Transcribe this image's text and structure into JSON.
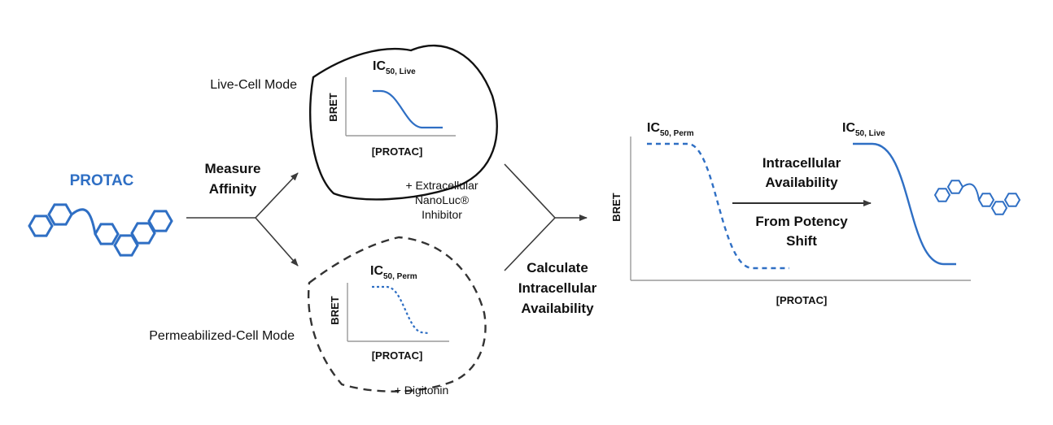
{
  "colors": {
    "blue": "#2f6fc4",
    "ink": "#111111",
    "axis": "#9a9a9a",
    "arrow": "#3a3a3a"
  },
  "protac": {
    "title": "PROTAC"
  },
  "measure": {
    "line1": "Measure",
    "line2": "Affinity"
  },
  "live_mode": {
    "label": "Live-Cell Mode",
    "ic_main": "IC",
    "ic_sub": "50, Live",
    "ylabel": "BRET",
    "xlabel": "[PROTAC]",
    "note1": "+ Extracellular",
    "note2": "NanoLuc®",
    "note3": "Inhibitor"
  },
  "perm_mode": {
    "label": "Permeabilized-Cell Mode",
    "ic_main": "IC",
    "ic_sub": "50, Perm",
    "ylabel": "BRET",
    "xlabel": "[PROTAC]",
    "note": "+ Digitonin"
  },
  "calculate": {
    "line1": "Calculate",
    "line2": "Intracellular",
    "line3": "Availability"
  },
  "result": {
    "ylabel": "BRET",
    "xlabel": "[PROTAC]",
    "perm_ic_main": "IC",
    "perm_ic_sub": "50, Perm",
    "live_ic_main": "IC",
    "live_ic_sub": "50, Live",
    "shift1": "Intracellular",
    "shift2": "Availability",
    "shift3": "From Potency",
    "shift4": "Shift"
  }
}
